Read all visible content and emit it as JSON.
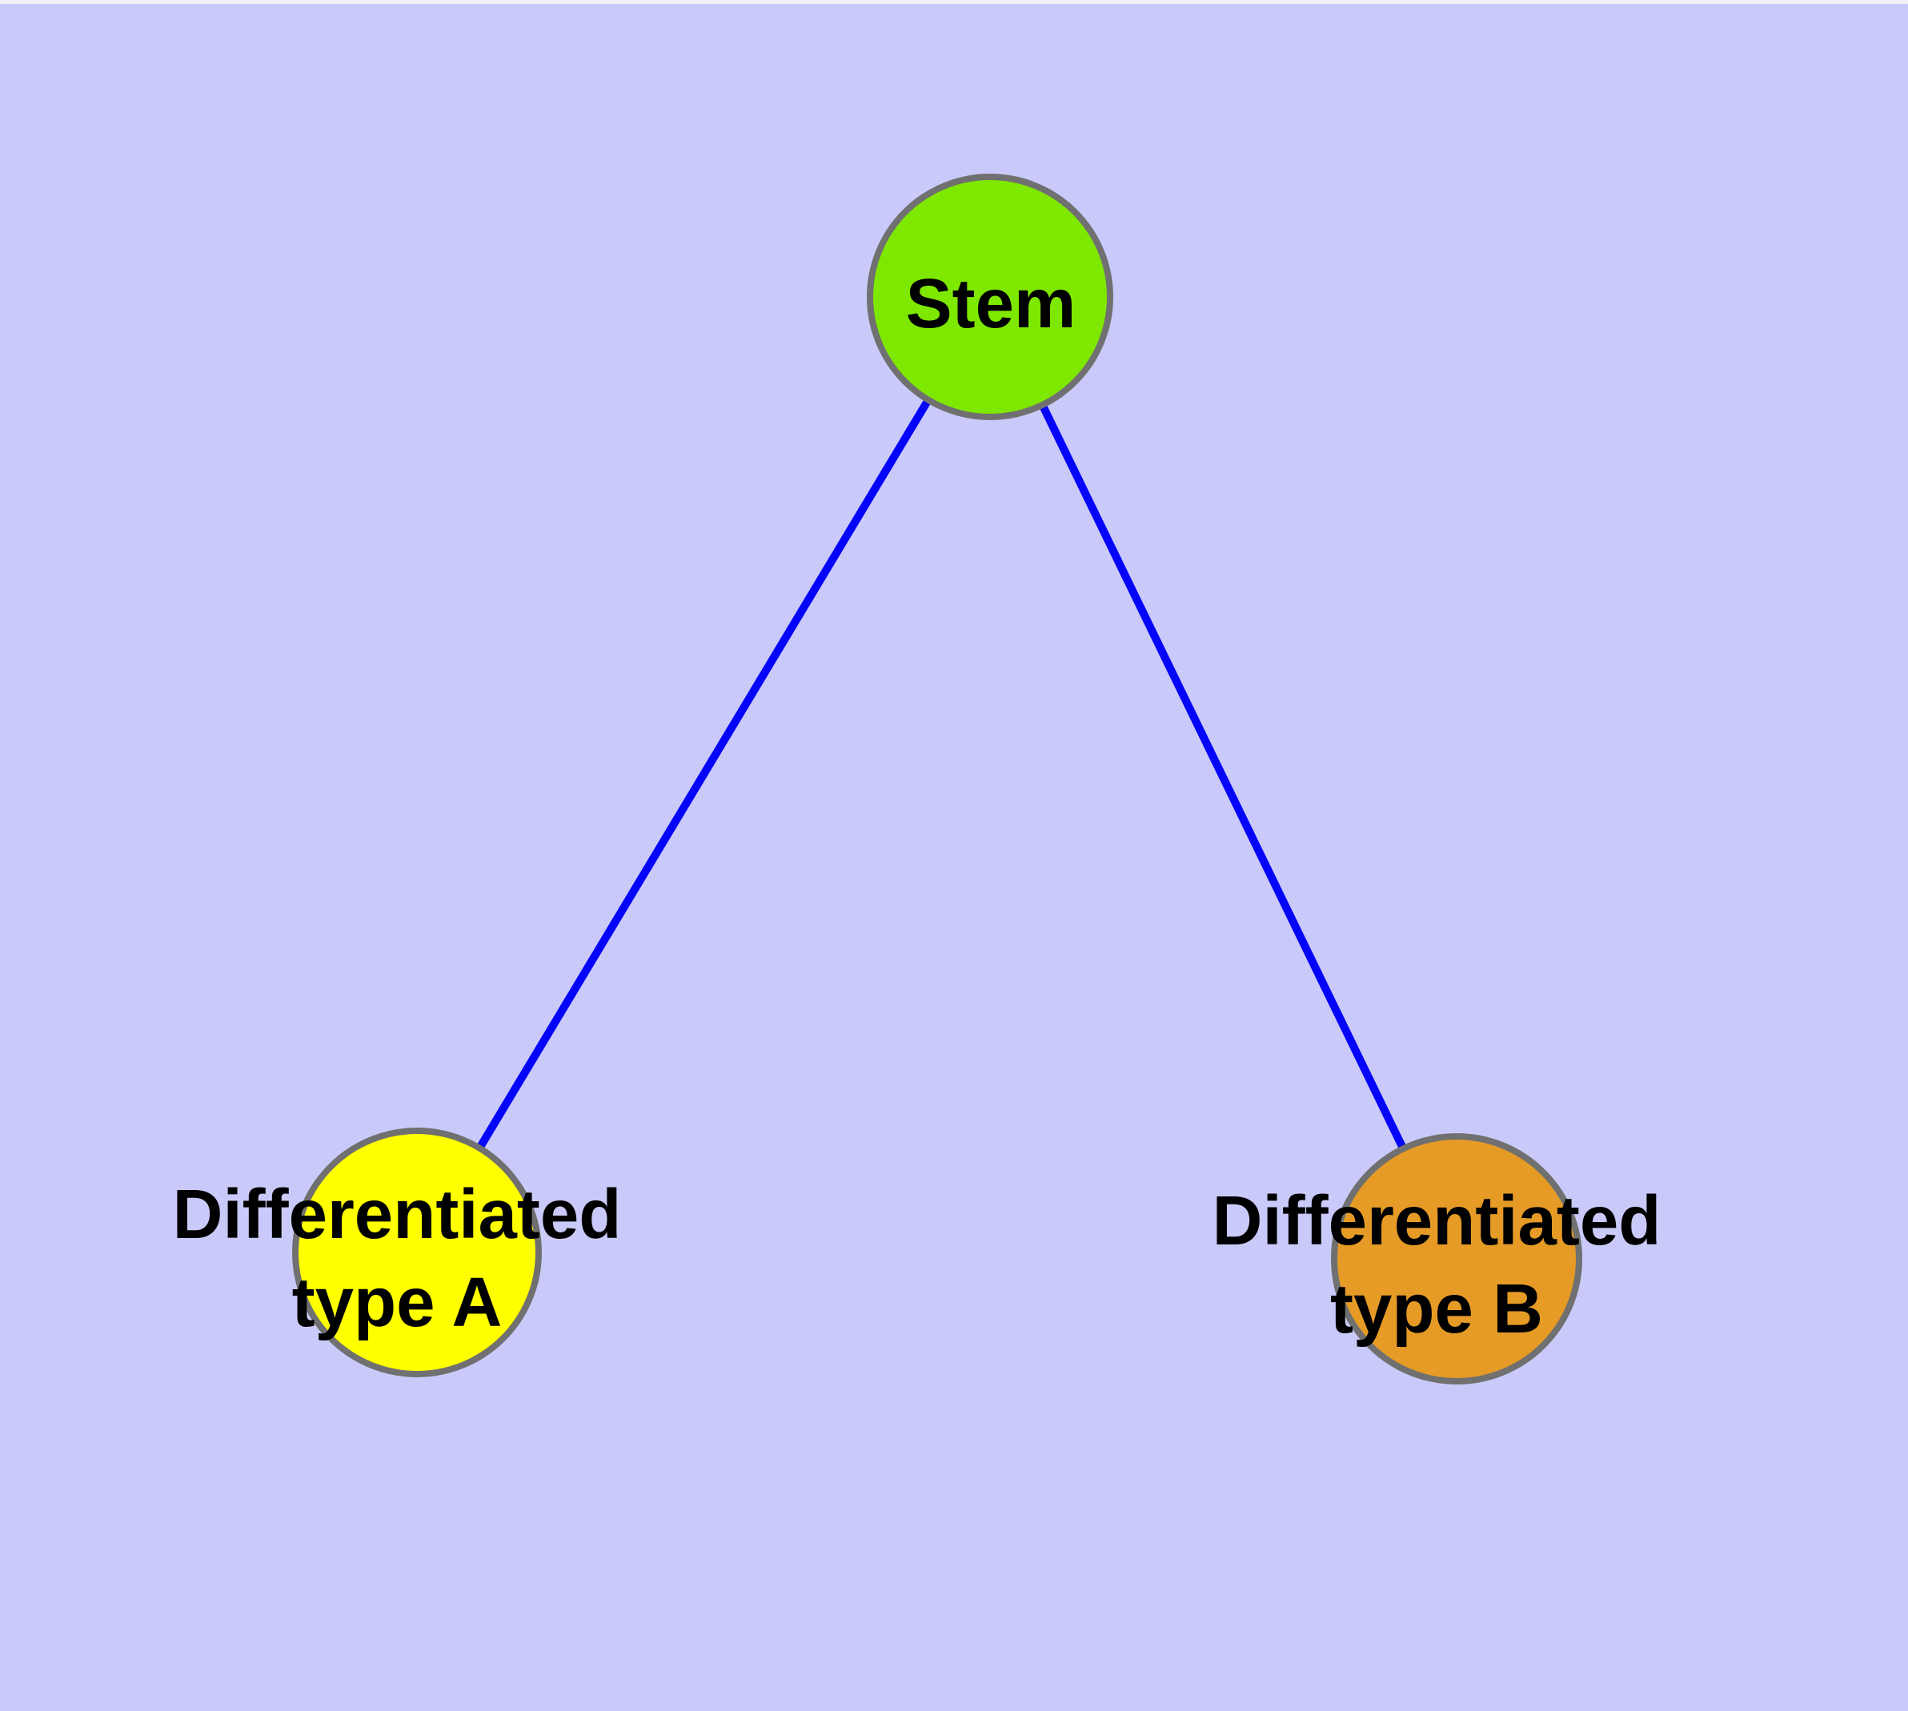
{
  "diagram": {
    "background_color": "#CACAFA",
    "edge_color": "#0404F8",
    "node_border_color": "#707070",
    "label_text_color": "#000000",
    "nodes": {
      "stem": {
        "label": "Stem",
        "fill": "#7FE800"
      },
      "type_a": {
        "label_line1": "Differentiated",
        "label_line2": "type A",
        "fill": "#FFFF00"
      },
      "type_b": {
        "label_line1": "Differentiated",
        "label_line2": "type B",
        "fill": "#E59B25"
      }
    },
    "edges": [
      {
        "from": "Stem",
        "to": "Differentiated type A"
      },
      {
        "from": "Stem",
        "to": "Differentiated type B"
      }
    ]
  }
}
